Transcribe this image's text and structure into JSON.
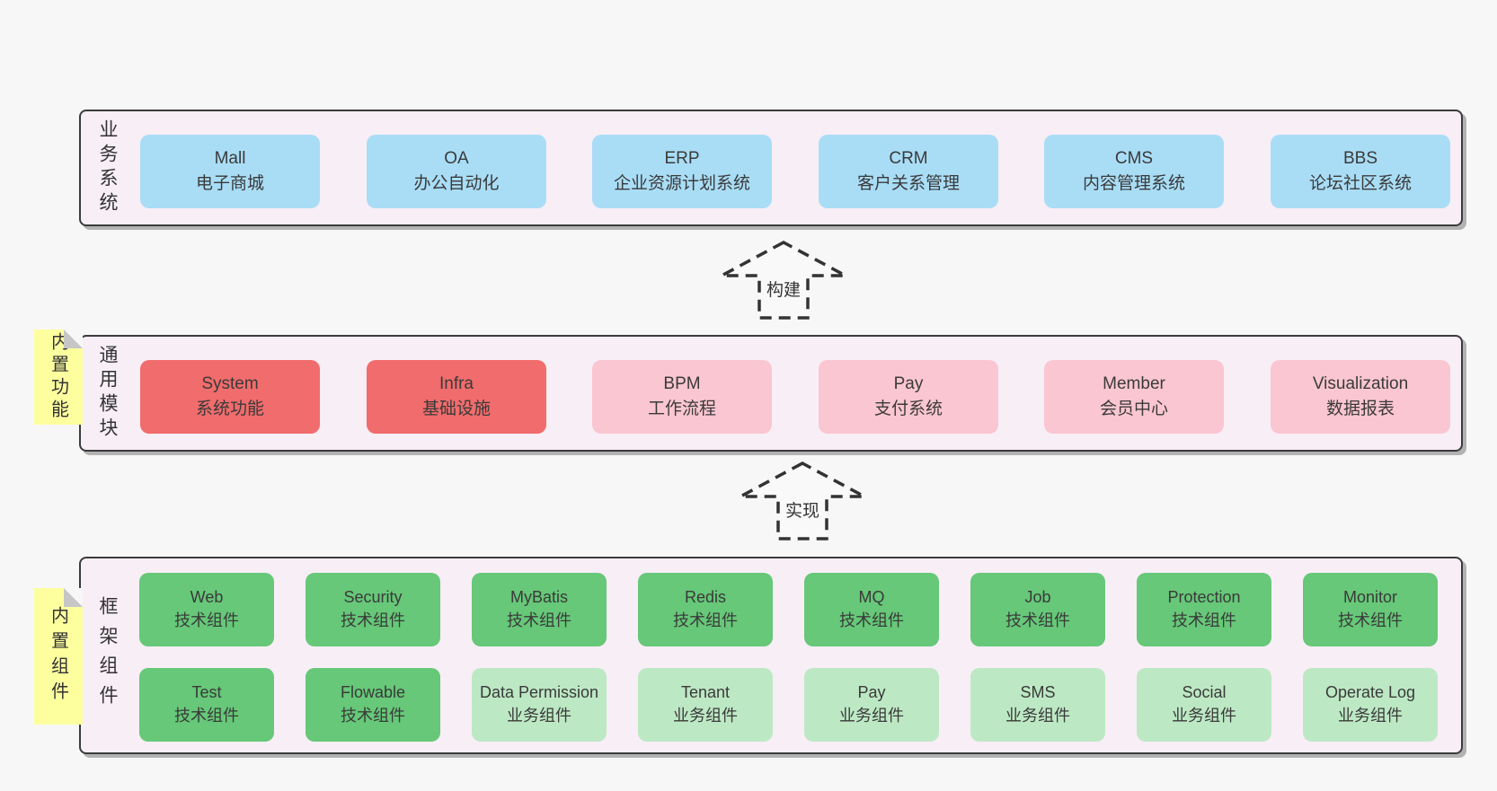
{
  "layers": {
    "business": {
      "label": "业务系统",
      "boxes": [
        {
          "title": "Mall",
          "subtitle": "电子商城",
          "color": "blue"
        },
        {
          "title": "OA",
          "subtitle": "办公自动化",
          "color": "blue"
        },
        {
          "title": "ERP",
          "subtitle": "企业资源计划系统",
          "color": "blue"
        },
        {
          "title": "CRM",
          "subtitle": "客户关系管理",
          "color": "blue"
        },
        {
          "title": "CMS",
          "subtitle": "内容管理系统",
          "color": "blue"
        },
        {
          "title": "BBS",
          "subtitle": "论坛社区系统",
          "color": "blue"
        }
      ]
    },
    "modules": {
      "label": "通用模块",
      "note": "内置功能",
      "boxes": [
        {
          "title": "System",
          "subtitle": "系统功能",
          "color": "red"
        },
        {
          "title": "Infra",
          "subtitle": "基础设施",
          "color": "red"
        },
        {
          "title": "BPM",
          "subtitle": "工作流程",
          "color": "pink"
        },
        {
          "title": "Pay",
          "subtitle": "支付系统",
          "color": "pink"
        },
        {
          "title": "Member",
          "subtitle": "会员中心",
          "color": "pink"
        },
        {
          "title": "Visualization",
          "subtitle": "数据报表",
          "color": "pink"
        }
      ]
    },
    "components": {
      "label": "框架组件",
      "note": "内置组件",
      "row1": [
        {
          "title": "Web",
          "subtitle": "技术组件",
          "color": "green"
        },
        {
          "title": "Security",
          "subtitle": "技术组件",
          "color": "green"
        },
        {
          "title": "MyBatis",
          "subtitle": "技术组件",
          "color": "green"
        },
        {
          "title": "Redis",
          "subtitle": "技术组件",
          "color": "green"
        },
        {
          "title": "MQ",
          "subtitle": "技术组件",
          "color": "green"
        },
        {
          "title": "Job",
          "subtitle": "技术组件",
          "color": "green"
        },
        {
          "title": "Protection",
          "subtitle": "技术组件",
          "color": "green"
        },
        {
          "title": "Monitor",
          "subtitle": "技术组件",
          "color": "green"
        }
      ],
      "row2": [
        {
          "title": "Test",
          "subtitle": "技术组件",
          "color": "green"
        },
        {
          "title": "Flowable",
          "subtitle": "技术组件",
          "color": "green"
        },
        {
          "title": "Data Permission",
          "subtitle": "业务组件",
          "color": "lightgreen"
        },
        {
          "title": "Tenant",
          "subtitle": "业务组件",
          "color": "lightgreen"
        },
        {
          "title": "Pay",
          "subtitle": "业务组件",
          "color": "lightgreen"
        },
        {
          "title": "SMS",
          "subtitle": "业务组件",
          "color": "lightgreen"
        },
        {
          "title": "Social",
          "subtitle": "业务组件",
          "color": "lightgreen"
        },
        {
          "title": "Operate Log",
          "subtitle": "业务组件",
          "color": "lightgreen"
        }
      ]
    }
  },
  "arrows": {
    "build": {
      "label": "构建"
    },
    "implement": {
      "label": "实现"
    }
  },
  "colors": {
    "page_bg": "#f7f7f7",
    "layer_bg": "#f8eef6",
    "layer_border": "#3b3b3b",
    "blue": "#a9ddf6",
    "red": "#f16c6c",
    "pink": "#fac6d1",
    "green": "#66c878",
    "light_green": "#bde8c4",
    "note_yellow": "#fdff9f",
    "fold_gray": "#c6c6c6",
    "text": "#3a3a3a"
  }
}
